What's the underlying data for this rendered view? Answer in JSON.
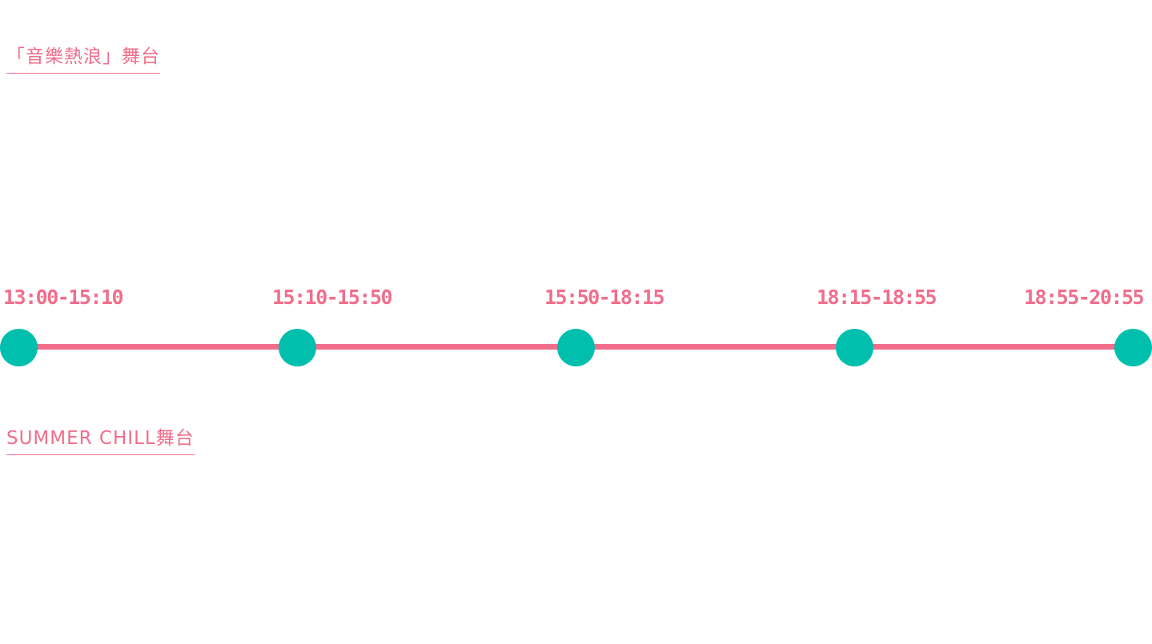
{
  "stages": {
    "top": "「音樂熱浪」舞台",
    "bottom": "SUMMER CHILL舞台"
  },
  "timeline": {
    "slots": [
      "13:00-15:10",
      "15:10-15:50",
      "15:50-18:15",
      "18:15-18:55",
      "18:55-20:55"
    ],
    "node_count": 5
  },
  "colors": {
    "accent": "#f06e8c",
    "node": "#00bfad",
    "background": "#ffffff"
  }
}
